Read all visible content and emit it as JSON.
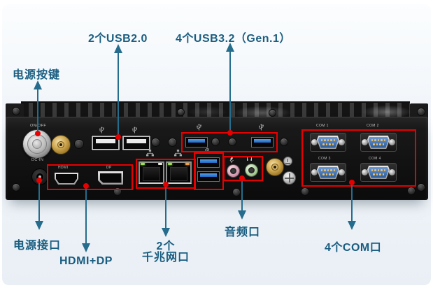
{
  "figure": {
    "type": "annotated-product-front-panel",
    "device": "industrial embedded PC front panel"
  },
  "colors": {
    "label_text": "#195d80",
    "arrow": "#256c8d",
    "highlight_box": "#e60000",
    "marker_dot": "#e60000",
    "chassis": "#121212",
    "usb3_tongue": "#2b7fd4",
    "com_connector": "#31619f",
    "background_panel": "#edf2f7"
  },
  "callouts": {
    "power_button": {
      "label": "电源按键"
    },
    "usb20": {
      "label": "2个USB2.0"
    },
    "usb32": {
      "label": "4个USB3.2（Gen.1）"
    },
    "power_input": {
      "label": "电源接口"
    },
    "hdmi_dp": {
      "label": "HDMI+DP"
    },
    "lan": {
      "label_line1": "2个",
      "label_line2": "千兆网口"
    },
    "audio": {
      "label": "音频口"
    },
    "com": {
      "label": "4个COM口"
    }
  },
  "device": {
    "silkscreen": {
      "power": "ON/OFF",
      "dc_in": "DC-IN",
      "hdmi": "HDMI",
      "dp": "DP",
      "com1": "COM 1",
      "com2": "COM 2",
      "com3": "COM 3",
      "com4": "COM 4"
    },
    "icons": [
      "usb-icon",
      "lan-icon",
      "mic-icon",
      "headphone-icon",
      "ground-icon"
    ]
  }
}
